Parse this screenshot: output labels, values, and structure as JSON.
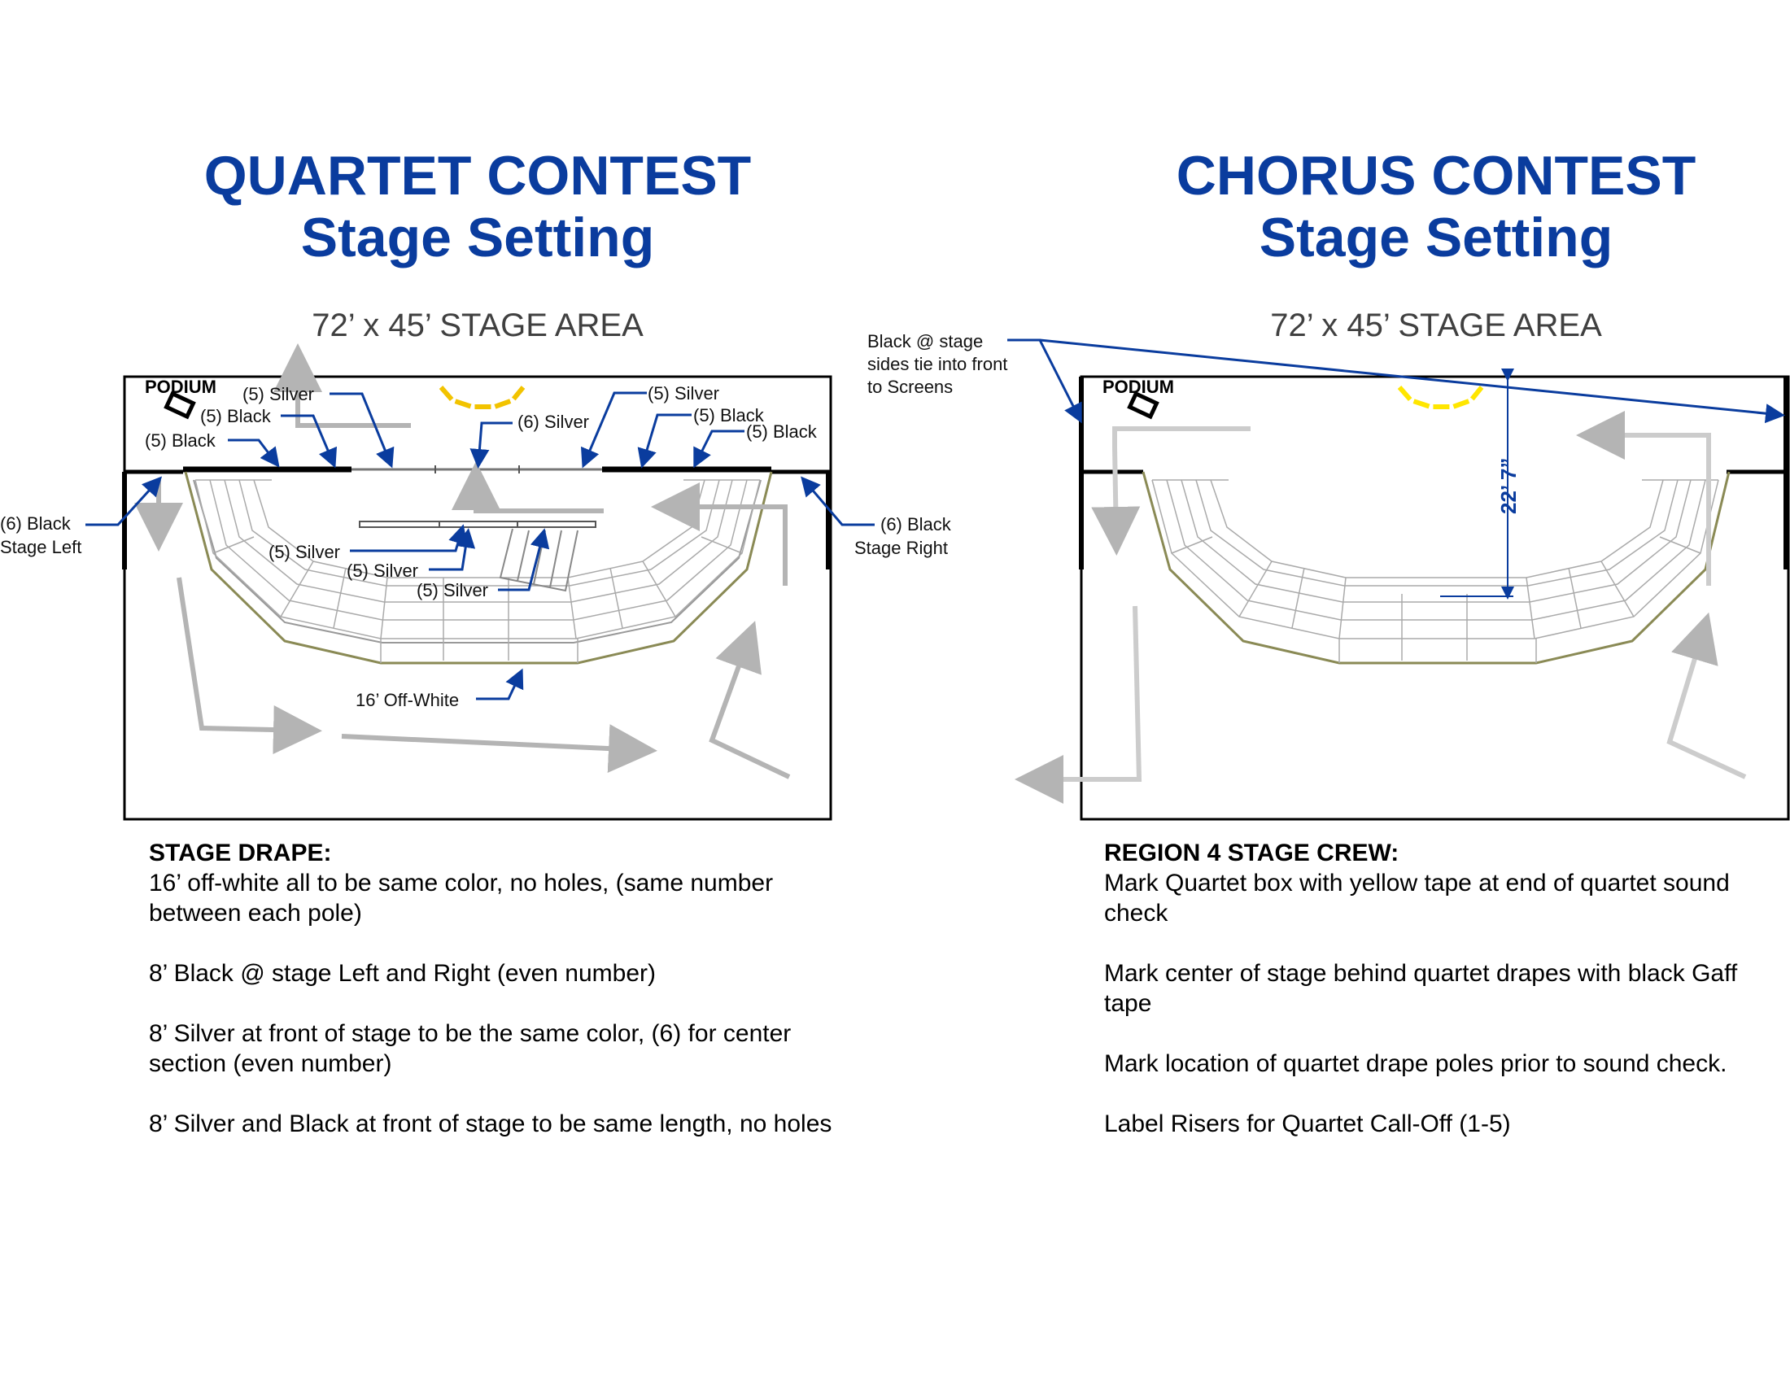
{
  "left": {
    "title_line1": "QUARTET CONTEST",
    "title_line2": "Stage Setting",
    "area": "72’ x 45’ STAGE AREA",
    "podium": "PODIUM",
    "labels": {
      "silver_top_left": "(5) Silver",
      "black_top_left_a": "(5) Black",
      "black_top_left_b": "(5) Black",
      "silver_center": "(6) Silver",
      "silver_top_right": "(5) Silver",
      "black_top_right_a": "(5) Black",
      "black_top_right_b": "(5) Black",
      "stage_left_line1": "(6) Black",
      "stage_left_line2": "Stage Left",
      "stage_right_line1": "(6) Black",
      "stage_right_line2": "Stage Right",
      "silver_a": "(5) Silver",
      "silver_b": "(5) Silver",
      "silver_c": "(5) Silver",
      "offwhite": "16’ Off-White"
    },
    "notes": {
      "heading": "STAGE DRAPE:",
      "items": [
        "16’ off-white all to be same color, no holes, (same number between each pole)",
        "8’ Black @ stage Left and Right (even number)",
        "8’ Silver at front of stage to be the same color, (6) for center section (even number)",
        "8’ Silver and Black at front of stage to be same length, no holes"
      ]
    }
  },
  "right": {
    "title_line1": "CHORUS CONTEST",
    "title_line2": "Stage Setting",
    "area": "72’ x 45’ STAGE AREA",
    "podium": "PODIUM",
    "callout_line1": "Black @ stage",
    "callout_line2": "sides tie into front",
    "callout_line3": "to Screens",
    "dimension": "22’ 7”",
    "notes": {
      "heading": "REGION 4 STAGE CREW:",
      "items": [
        "Mark Quartet box with yellow tape at end of quartet sound check",
        "Mark center of stage behind quartet drapes with black Gaff tape",
        "Mark location of quartet drape poles prior to sound check.",
        "Label Risers for Quartet Call-Off (1-5)"
      ]
    }
  },
  "colors": {
    "title": "#0a3c9e",
    "callout": "#0a3c9e",
    "arrow_gray": "#b4b4b4",
    "quartet_box_left": "#f2c300",
    "quartet_box_right": "#ffe600"
  }
}
